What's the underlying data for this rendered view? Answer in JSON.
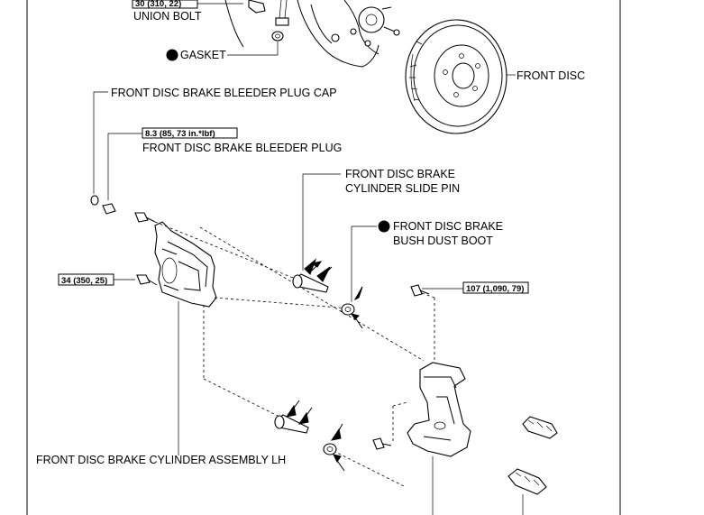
{
  "labels": {
    "union_bolt_torque": "30 (310, 22)",
    "union_bolt": "UNION BOLT",
    "gasket": "GASKET",
    "front_disc": "FRONT DISC",
    "bleeder_plug_cap": "FRONT DISC BRAKE BLEEDER PLUG CAP",
    "bleeder_plug_torque": "8.3 (85, 73 in.*lbf)",
    "bleeder_plug": "FRONT DISC BRAKE BLEEDER PLUG",
    "slide_pin_line1": "FRONT DISC BRAKE",
    "slide_pin_line2": "CYLINDER SLIDE PIN",
    "dust_boot_line1": "FRONT DISC BRAKE",
    "dust_boot_line2": "BUSH DUST BOOT",
    "cylinder_bolt_torque": "34 (350, 25)",
    "mounting_bolt_torque": "107 (1,090, 79)",
    "cylinder_assembly": "FRONT DISC BRAKE CYLINDER ASSEMBLY LH"
  },
  "symbols": {
    "non_reusable_part": "filled-circle-icon",
    "grease_point": "arrow-icon"
  }
}
